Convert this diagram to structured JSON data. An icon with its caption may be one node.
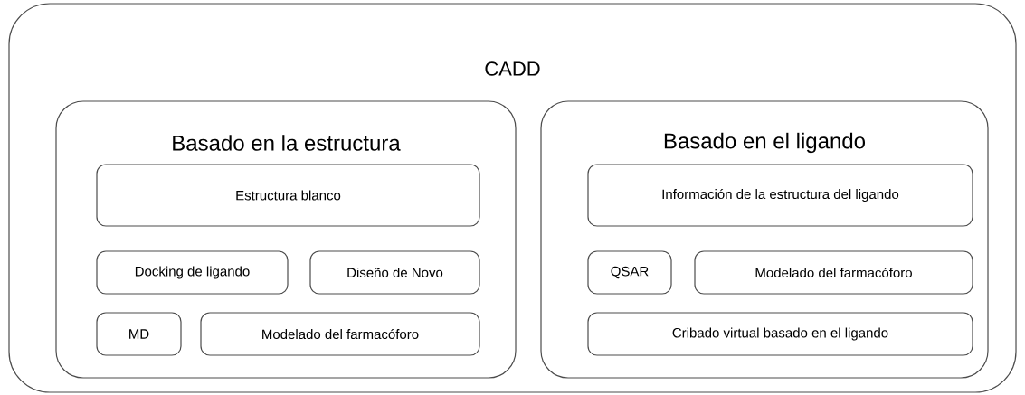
{
  "diagram": {
    "nodes": [
      {
        "text": [
          "CADD"
        ]
      },
      {
        "text": [
          "Basado en la estructura"
        ],
        "in": 0
      },
      {
        "text": [
          "Estructura blanco"
        ],
        "in": 1
      },
      {
        "text": [
          "Docking de ligando"
        ],
        "in": 1
      },
      {
        "text": [
          "Diseño de Novo"
        ],
        "in": 1
      },
      {
        "text": [
          "MD"
        ],
        "in": 1
      },
      {
        "text": [
          "Modelado del farmacóforo"
        ],
        "in": 1
      },
      {
        "text": [
          "Basado en el ligando"
        ],
        "in": 0
      },
      {
        "text": [
          "Información de la estructura del ligando"
        ],
        "in": 7
      },
      {
        "text": [
          "QSAR"
        ],
        "in": 7
      },
      {
        "text": [
          "Modelado del farmacóforo"
        ],
        "in": 7
      },
      {
        "text": [
          "Cribado virtual basado en el ligando"
        ],
        "in": 7
      }
    ]
  }
}
